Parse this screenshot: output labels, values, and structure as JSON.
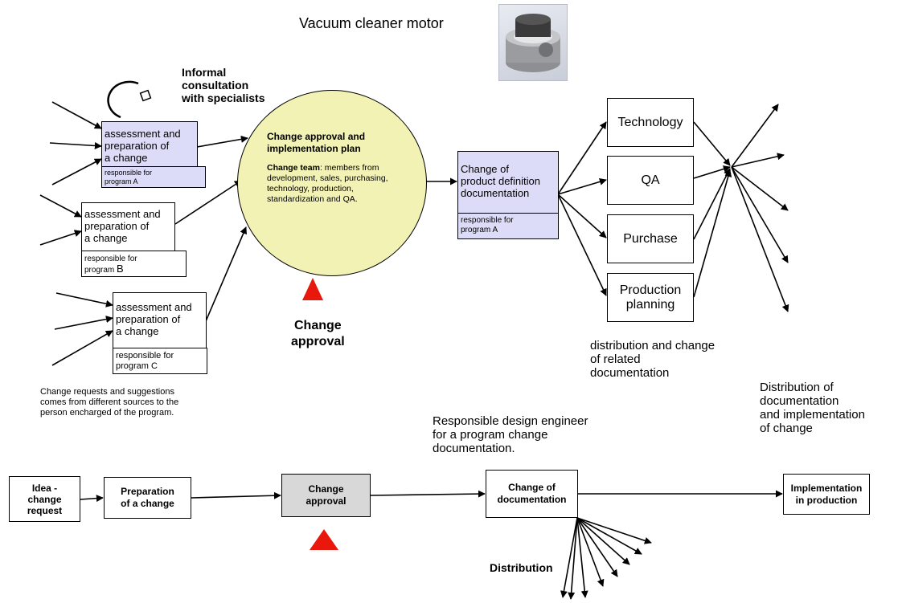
{
  "title": "Vacuum cleaner motor",
  "motor_photo": {
    "icon": "vacuum-motor-photo"
  },
  "consultation": {
    "line1": "Informal",
    "line2": "consultation",
    "line3": "with specialists"
  },
  "assessment_a": {
    "l1": "assessment and",
    "l2": "preparation of",
    "l3": "a change",
    "resp1": "responsible for",
    "resp2": "program A"
  },
  "assessment_b": {
    "l1": "assessment and",
    "l2": "preparation of",
    "l3": "a change",
    "resp1": "responsible for",
    "resp2_prefix": "program ",
    "resp2_letter": "B"
  },
  "assessment_c": {
    "l1": "assessment and",
    "l2": "preparation of",
    "l3": "a change",
    "resp1": "responsible for",
    "resp2": "program C"
  },
  "circle": {
    "title1": "Change approval and",
    "title2": "implementation plan",
    "team_label": "Change team",
    "team_text": ": members from development, sales, purchasing, technology, production, standardization and QA."
  },
  "change_approval_label": {
    "l1": "Change",
    "l2": "approval"
  },
  "product_doc": {
    "l1": "Change of",
    "l2": "product definition",
    "l3": "documentation",
    "resp1": "responsible for",
    "resp2": "program A"
  },
  "departments": [
    "Technology",
    "QA",
    "Purchase",
    "Production",
    "planning"
  ],
  "distribution_note": {
    "l1": "distribution and change",
    "l2": "of related",
    "l3": "documentation"
  },
  "distribution_of": {
    "l1": "Distribution of",
    "l2": "documentation",
    "l3": "and implementation",
    "l4": "of change"
  },
  "sources_note": {
    "l1": "Change requests and suggestions",
    "l2": "comes from different sources  to the",
    "l3": "person encharged of the program."
  },
  "engineer_note": {
    "l1": "Responsible design engineer",
    "l2": "for a program change",
    "l3": "documentation."
  },
  "flow": {
    "idea": {
      "l1": "Idea -",
      "l2": "change",
      "l3": "request"
    },
    "prep": {
      "l1": "Preparation",
      "l2": "of a change"
    },
    "approval": {
      "l1": "Change",
      "l2": "approval"
    },
    "doc": {
      "l1": "Change of",
      "l2": "documentation"
    },
    "impl": {
      "l1": "Implementation",
      "l2": "in production"
    }
  },
  "distribution_label": "Distribution",
  "colors": {
    "purple_box": "#dcdcf8",
    "circle_fill": "#f2f2b4",
    "triangle": "#e8190c",
    "grey_box": "#d8d8d8"
  }
}
